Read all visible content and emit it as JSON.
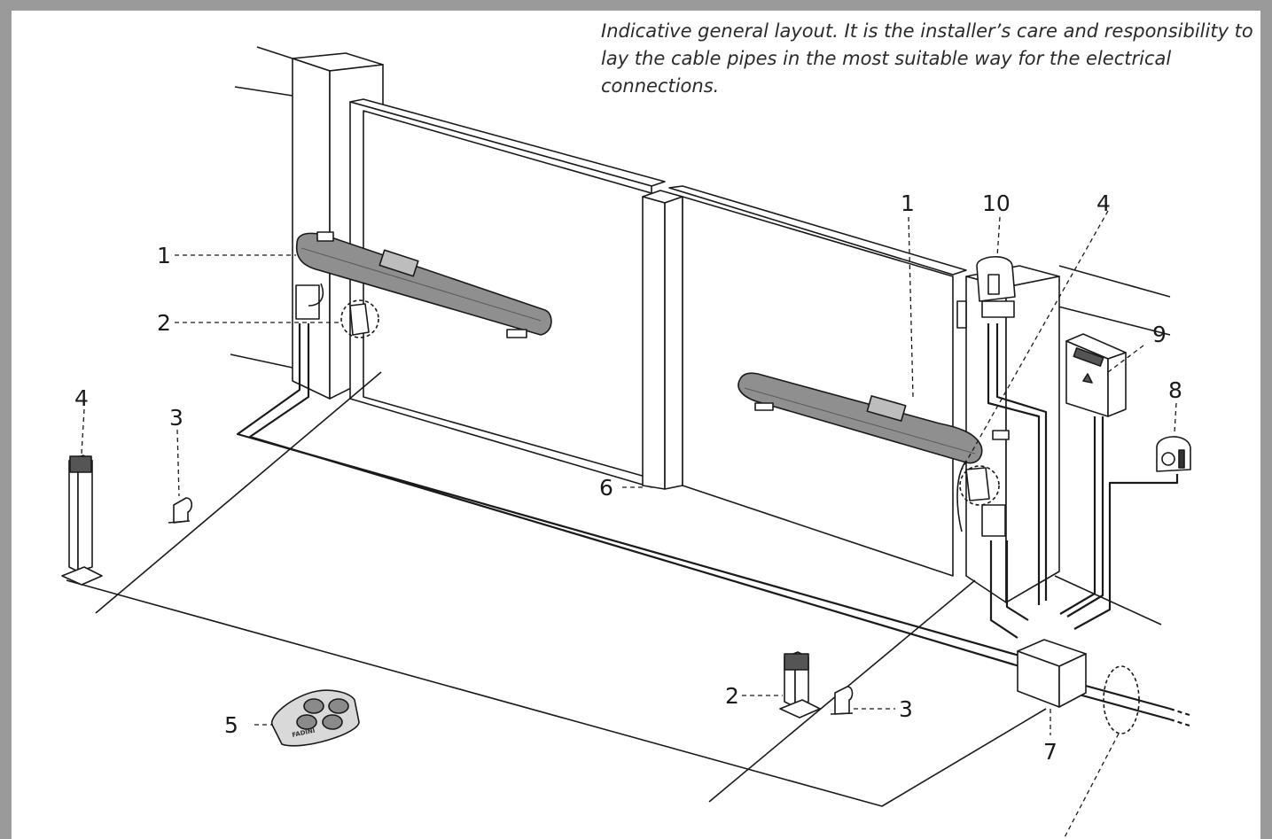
{
  "note": {
    "lines": [
      "Indicative general layout. It is the installer’s care and responsibility  to",
      "lay the cable pipes in the most suitable way for the electrical",
      "connections."
    ]
  },
  "labels": {
    "motor_left": "1",
    "motor_right": "1",
    "photocell_left": "2",
    "photocell_post_right": "2",
    "stop_left": "3",
    "stop_right": "3",
    "photocell_post_left": "4",
    "photocell_right": "4",
    "remote": "5",
    "center_stop": "6",
    "junction_box": "7",
    "key_selector": "8",
    "control_unit": "9",
    "flashing_light": "10"
  },
  "remote_brand": "FADINI",
  "colors": {
    "frame": "#9a9a9a",
    "line": "#1a1a1a",
    "motor": "#8f8f8f"
  }
}
